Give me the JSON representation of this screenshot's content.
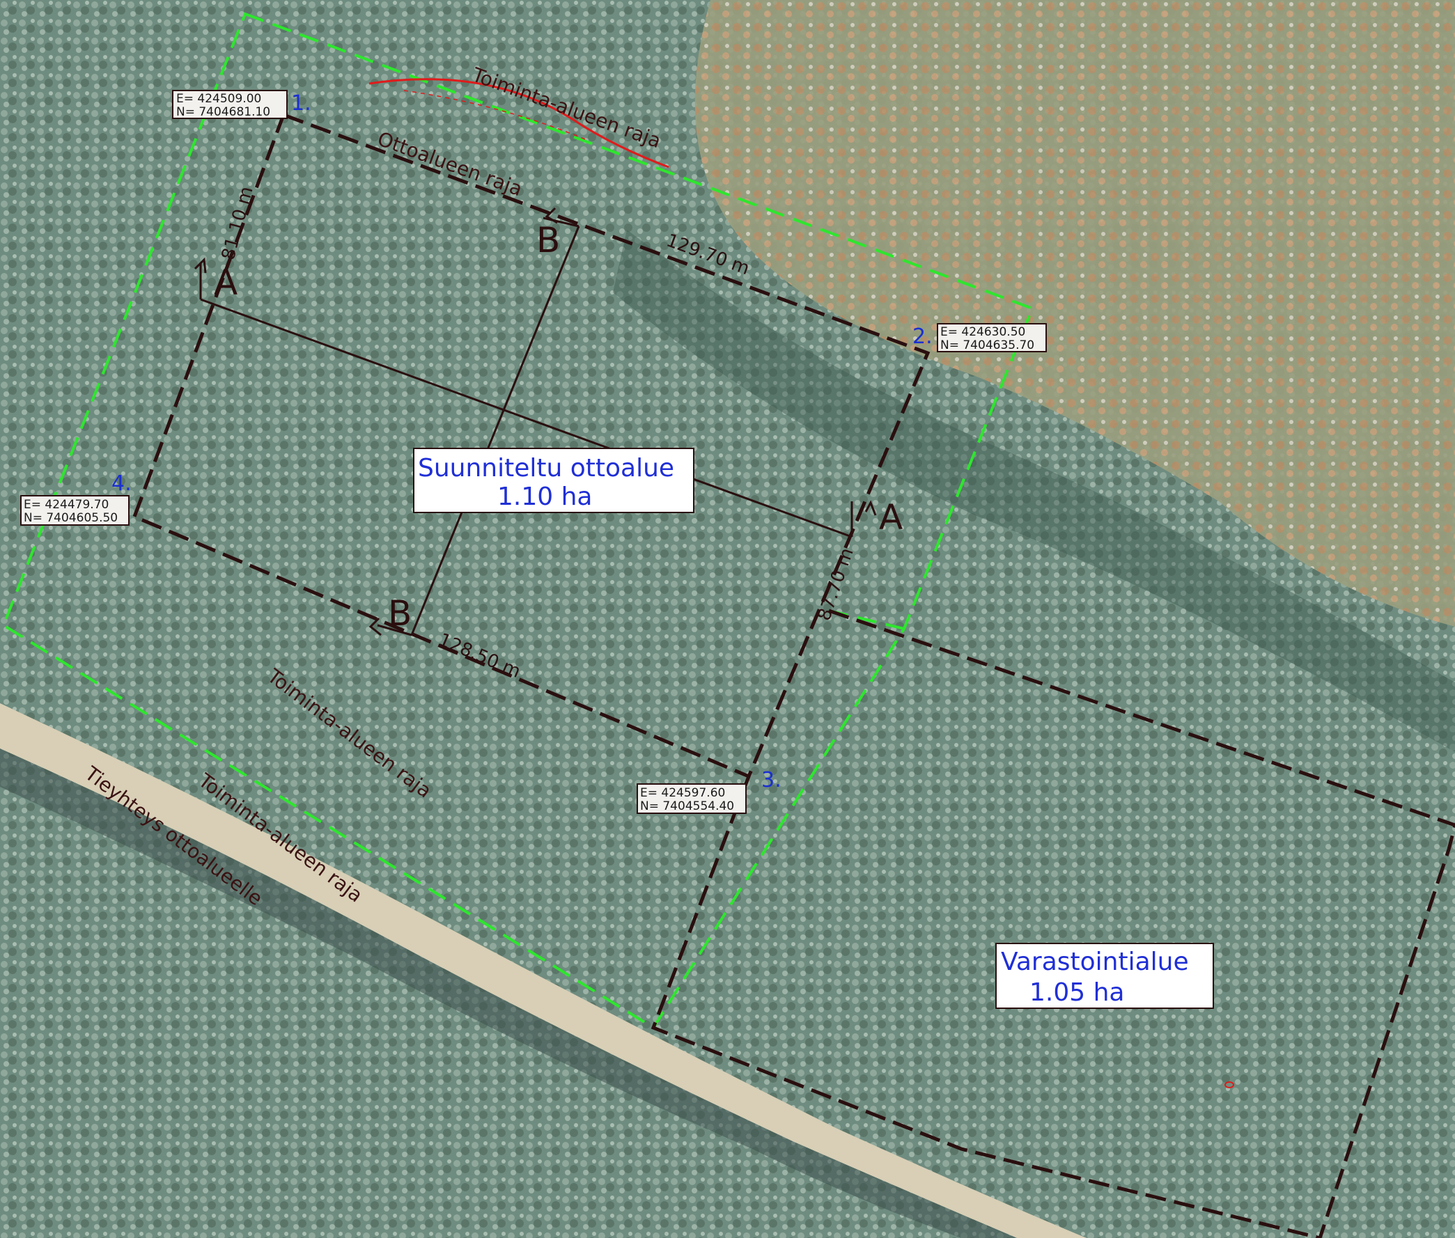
{
  "colors": {
    "forest": "#6d8a7e",
    "road": "#d9d0b8",
    "clearing": "#b98a62",
    "otto_boundary": "#2a0f0f",
    "toiminta_boundary": "#22dd22",
    "point_number": "#1a2fd0"
  },
  "points": [
    {
      "number": "1.",
      "e": "E= 424509.00",
      "n": "N= 7404681.10"
    },
    {
      "number": "2.",
      "e": "E= 424630.50",
      "n": "N= 7404635.70"
    },
    {
      "number": "3.",
      "e": "E= 424597.60",
      "n": "N= 7404554.40"
    },
    {
      "number": "4.",
      "e": "E= 424479.70",
      "n": "N= 7404605.50"
    }
  ],
  "dimensions": {
    "top": "129.70 m",
    "bottom": "128.50 m",
    "left": "81.10 m",
    "right": "87.70 m"
  },
  "sections": {
    "a_left": "A",
    "a_right": "A",
    "b_top": "B",
    "b_bottom": "B"
  },
  "areas": {
    "otto": {
      "name": "Suunniteltu ottoalue",
      "size": "1.10 ha"
    },
    "varasto": {
      "name": "Varastointialue",
      "size": "1.05 ha"
    }
  },
  "boundary_labels": {
    "otto_top": "Ottoalueen raja",
    "toiminta_top": "Toiminta-alueen raja",
    "toiminta_bottom_1": "Toiminta-alueen raja",
    "toiminta_bottom_2": "Toiminta-alueen raja",
    "road": "Tieyhteys ottoalueelle"
  }
}
